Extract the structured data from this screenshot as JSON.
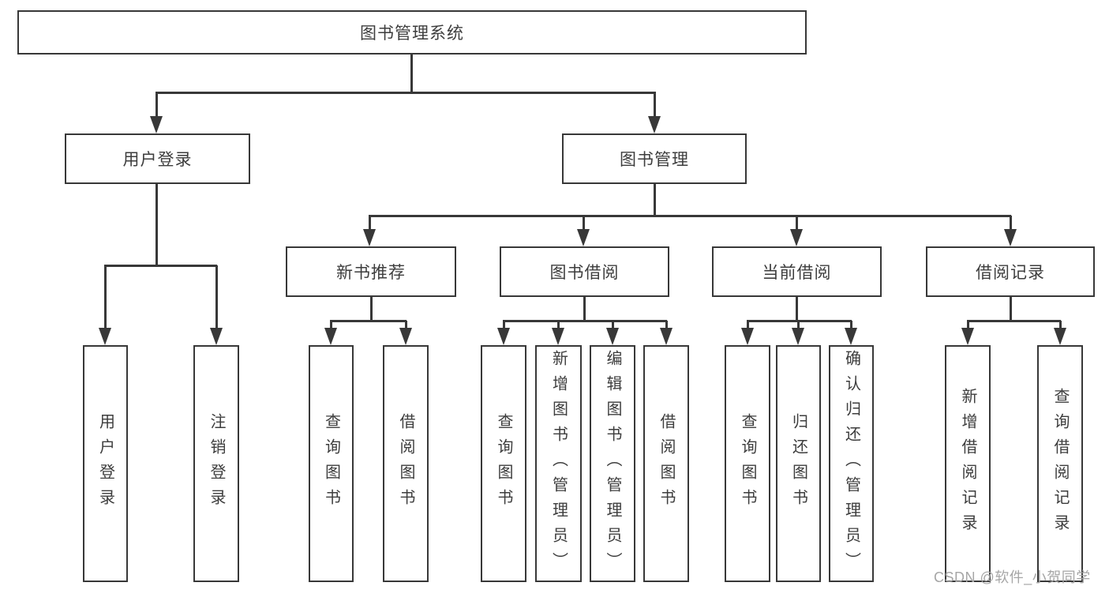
{
  "diagram": {
    "type": "hierarchy",
    "root": {
      "label": "图书管理系统"
    },
    "branches": [
      {
        "label": "用户登录",
        "children": [
          {
            "label": "用户登录"
          },
          {
            "label": "注销登录"
          }
        ]
      },
      {
        "label": "图书管理",
        "children": [
          {
            "label": "新书推荐",
            "children": [
              {
                "label": "查询图书"
              },
              {
                "label": "借阅图书"
              }
            ]
          },
          {
            "label": "图书借阅",
            "children": [
              {
                "label": "查询图书"
              },
              {
                "label": "新增图书（管理员）"
              },
              {
                "label": "编辑图书（管理员）"
              },
              {
                "label": "借阅图书"
              }
            ]
          },
          {
            "label": "当前借阅",
            "children": [
              {
                "label": "查询图书"
              },
              {
                "label": "归还图书"
              },
              {
                "label": "确认归还（管理员）"
              }
            ]
          },
          {
            "label": "借阅记录",
            "children": [
              {
                "label": "新增借阅记录"
              },
              {
                "label": "查询借阅记录"
              }
            ]
          }
        ]
      }
    ]
  },
  "watermark": {
    "text": "CSDN @软件_小贺同学"
  },
  "colors": {
    "line": "#383838",
    "box_border": "#383838",
    "box_background": "#ffffff",
    "text": "#3d3d3d",
    "watermark": "#a6a6a6",
    "page_background": "#ffffff"
  }
}
